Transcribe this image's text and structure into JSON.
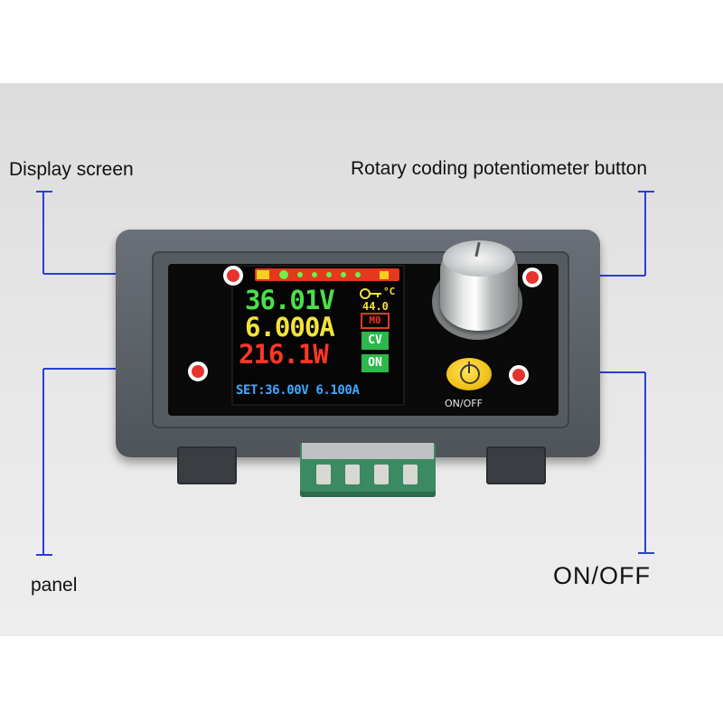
{
  "callouts": {
    "display_screen": "Display screen",
    "rotary_button": "Rotary coding potentiometer button",
    "panel": "panel",
    "on_off": "ON/OFF"
  },
  "lcd": {
    "voltage": "36.01V",
    "current": "6.000A",
    "power": "216.1W",
    "temp_unit": "°C",
    "temperature": "44.0",
    "memory": "M0",
    "mode": "CV",
    "output_state": "ON",
    "set_line": "SET:36.00V 6.100A"
  },
  "device": {
    "button_label": "ON/OFF"
  },
  "colors": {
    "callout_line": "#2a3fd6",
    "marker": "#e8332c",
    "voltage": "#4be04a",
    "current": "#f2e33a",
    "power": "#ff3626",
    "set_text": "#42a8ff",
    "status_bar": "#e4391d",
    "mode_box": "#2db84a"
  }
}
